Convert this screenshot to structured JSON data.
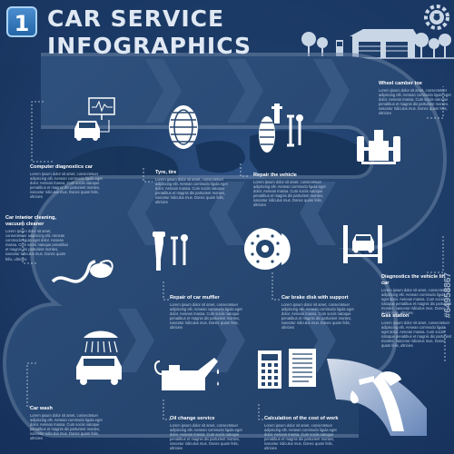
{
  "header": {
    "step_number": "1",
    "title_line1": "CAR SERVICE",
    "title_line2": "INFOGRAPHICS"
  },
  "steps": [
    {
      "title": "Computer diagnostics car",
      "body": "Lorem ipsum dolor sit amet, consectetuer adipiscing elit. Aenean commodo ligula eget dolor. Aenean massa. Cum sociis natoque penatibus et magnis dis parturient montes, nascetur ridiculus mus. Donec quam felis, ultricies"
    },
    {
      "title": "Tyre, tire",
      "body": "Lorem ipsum dolor sit amet, consectetuer adipiscing elit. Aenean commodo ligula eget dolor. Aenean massa. Cum sociis natoque penatibus et magnis dis parturient montes, nascetur ridiculus mus. Donec quam felis, ultricies"
    },
    {
      "title": "Repair the vehicle",
      "body": "Lorem ipsum dolor sit amet, consectetuer adipiscing elit. Aenean commodo ligula eget dolor. Aenean massa. Cum sociis natoque penatibus et magnis dis parturient montes, nascetur ridiculus mus. Donec quam felis, ultricies"
    },
    {
      "title": "Wheel camber toe",
      "body": "Lorem ipsum dolor sit amet, consectetuer adipiscing elit. Aenean commodo ligula eget dolor. Aenean massa. Cum sociis natoque penatibus et magnis dis parturient montes, nascetur ridiculus mus. Donec quam felis, ultricies"
    },
    {
      "title": "Car interior cleaning, vacuum cleaner",
      "body": "Lorem ipsum dolor sit amet, consectetuer adipiscing elit. Aenean commodo ligula eget dolor. Aenean massa. Cum sociis natoque penatibus et magnis dis parturient montes, nascetur ridiculus mus. Donec quam felis, ultricies"
    },
    {
      "title": "Repair of car muffler",
      "body": "Lorem ipsum dolor sit amet, consectetuer adipiscing elit. Aenean commodo ligula eget dolor. Aenean massa. Cum sociis natoque penatibus et magnis dis parturient montes, nascetur ridiculus mus. Donec quam felis, ultricies"
    },
    {
      "title": "Car brake disk with support",
      "body": "Lorem ipsum dolor sit amet, consectetuer adipiscing elit. Aenean commodo ligula eget dolor. Aenean massa. Cum sociis natoque penatibus et magnis dis parturient montes, nascetur ridiculus mus. Donec quam felis, ultricies"
    },
    {
      "title": "Diagnostics the vehicle lift car",
      "body": "Lorem ipsum dolor sit amet, consectetuer adipiscing elit. Aenean commodo ligula eget dolor. Aenean massa. Cum sociis natoque penatibus et magnis dis parturient montes, nascetur ridiculus mus. Donec quam felis, ultricies"
    },
    {
      "title": "Gas station",
      "body": "Lorem ipsum dolor sit amet, consectetuer adipiscing elit. Aenean commodo ligula eget dolor. Aenean massa. Cum sociis natoque penatibus et magnis dis parturient montes, nascetur ridiculus mus. Donec quam felis, ultricies"
    },
    {
      "title": "Car wash",
      "body": "Lorem ipsum dolor sit amet, consectetuer adipiscing elit. Aenean commodo ligula eget dolor. Aenean massa. Cum sociis natoque penatibus et magnis dis parturient montes, nascetur ridiculus mus. Donec quam felis, ultricies"
    },
    {
      "title": "Oil change service",
      "body": "Lorem ipsum dolor sit amet, consectetuer adipiscing elit. Aenean commodo ligula eget dolor. Aenean massa. Cum sociis natoque penatibus et magnis dis parturient montes, nascetur ridiculus mus. Donec quam felis, ultricies"
    },
    {
      "title": "Calculation of the cost of work",
      "body": "Lorem ipsum dolor sit amet, consectetuer adipiscing elit. Aenean commodo ligula eget dolor. Aenean massa. Cum sociis natoque penatibus et magnis dis parturient montes, nascetur ridiculus mus. Donec quam felis, ultricies"
    }
  ],
  "watermark": "#64958867",
  "colors": {
    "background": "#1f3f6b",
    "road": "#26476f",
    "road_edge": "#6e87a8",
    "chevron": "#3a5a86",
    "icon": "#ffffff",
    "map": "#17345a"
  }
}
